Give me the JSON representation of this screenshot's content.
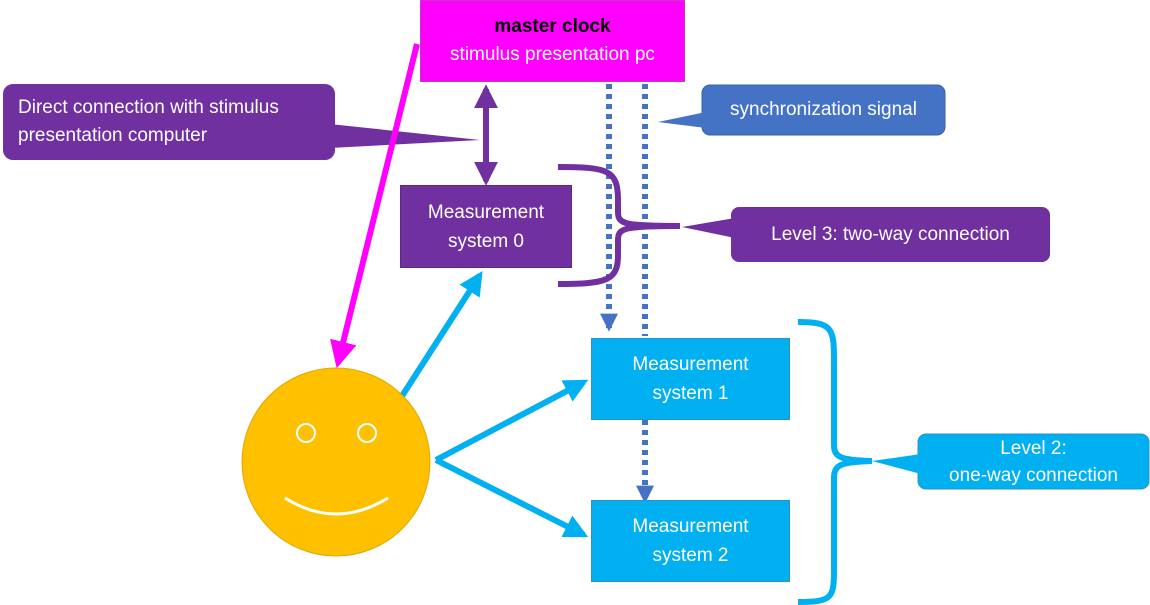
{
  "colors": {
    "magenta": "#ff00ff",
    "purple": "#7030a0",
    "cyan": "#00b0f0",
    "blue_callout": "#4472c4",
    "dotted_blue": "#4472c4",
    "face": "#ffc000"
  },
  "master": {
    "title": "master clock",
    "subtitle": "stimulus presentation pc"
  },
  "systems": {
    "s0": [
      "Measurement",
      "system 0"
    ],
    "s1": [
      "Measurement",
      "system 1"
    ],
    "s2": [
      "Measurement",
      "system 2"
    ]
  },
  "callouts": {
    "direct": [
      "Direct connection with stimulus",
      "presentation computer"
    ],
    "sync": "synchronization signal",
    "level3": "Level 3: two-way connection",
    "level2": [
      "Level 2:",
      "one-way connection"
    ]
  },
  "icons": {
    "participant": "smiley-face-icon"
  }
}
